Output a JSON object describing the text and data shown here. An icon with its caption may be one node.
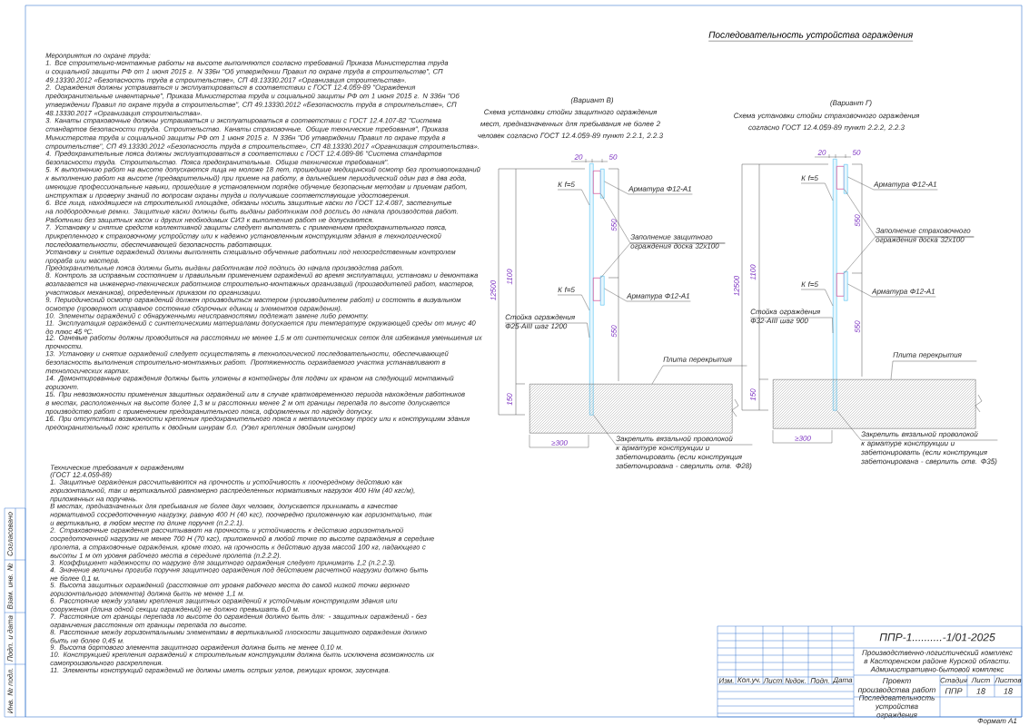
{
  "diagram": {
    "title": "Последовательность устройства ограждения",
    "nodes": [
      {
        "text": [
          "К f=5"
        ]
      },
      {
        "text": [
          "Арматура Ф12-А1"
        ]
      },
      {
        "text": [
          "Заполнение защитного ограждения доска 32х100"
        ]
      },
      {
        "text": [
          "К f=5"
        ]
      },
      {
        "text": [
          "Арматура Ф12-А1"
        ]
      },
      {
        "text": [
          "Стойка ограждения Ф25-АIII шаг 1200"
        ]
      },
      {
        "text": [
          "Плита перекрытия"
        ]
      },
      {
        "text": [
          "Закрепить вязальной проволокой к арматуре конструкции и забетонировать (если конструкция забетонирована - сверлить отв. Ф28)"
        ]
      },
      {
        "text": [],
        "shape": "bar"
      },
      {
        "text": [],
        "shape": "box"
      },
      {
        "text": [],
        "shape": "box"
      },
      {
        "text": [],
        "shape": "bar"
      },
      {
        "text": [],
        "shape": "bar"
      },
      {
        "text": [],
        "shape": "box"
      },
      {
        "text": [
          "К f=5"
        ]
      },
      {
        "text": [
          "Арматура Ф12-А1"
        ]
      },
      {
        "text": [
          "Заполнение страховочного ограждения доска 32х100"
        ]
      },
      {
        "text": [
          "К f=5"
        ]
      },
      {
        "text": [
          "Арматура Ф12-А1"
        ]
      },
      {
        "text": [
          "Стойка ограждения Ф32-АIII шаг 900"
        ]
      },
      {
        "text": [
          "Плита перекрытия"
        ]
      },
      {
        "text": [
          "Закрепить вязальной проволокой к арматуре конструкции и забетонировать (если конструкция забетонирована - сверлить отв. Ф35)"
        ]
      },
      {
        "text": [],
        "shape": "bar"
      },
      {
        "text": [],
        "shape": "box"
      },
      {
        "text": [],
        "shape": "box"
      },
      {
        "text": [],
        "shape": "bar"
      },
      {
        "text": [],
        "shape": "bar"
      },
      {
        "text": [],
        "shape": "box"
      }
    ],
    "edges": [
      {
        "from": 0,
        "to": 8,
        "arrow": "none"
      },
      {
        "from": 1,
        "to": 11,
        "arrow": "none"
      },
      {
        "from": 2,
        "to": 9,
        "arrow": "none"
      },
      {
        "from": 2,
        "to": 10,
        "arrow": "none"
      },
      {
        "from": 3,
        "to": 8,
        "arrow": "none"
      },
      {
        "from": 4,
        "to": 12,
        "arrow": "none"
      },
      {
        "from": 5,
        "to": 8,
        "arrow": "none"
      },
      {
        "from": 6,
        "to": 13,
        "arrow": "none"
      },
      {
        "from": 7,
        "to": 8,
        "arrow": "none"
      },
      {
        "from": 14,
        "to": 22,
        "arrow": "none"
      },
      {
        "from": 15,
        "to": 25,
        "arrow": "none"
      },
      {
        "from": 16,
        "to": 23,
        "arrow": "none"
      },
      {
        "from": 16,
        "to": 24,
        "arrow": "none"
      },
      {
        "from": 17,
        "to": 22,
        "arrow": "none"
      },
      {
        "from": 18,
        "to": 26,
        "arrow": "none"
      },
      {
        "from": 19,
        "to": 22,
        "arrow": "none"
      },
      {
        "from": 20,
        "to": 27,
        "arrow": "none"
      },
      {
        "from": 21,
        "to": 22,
        "arrow": "none"
      }
    ],
    "labels": [
      "Мероприятия по охране труда:",
      "1. Все строительно-монтажные работы на высоте выполняются согласно требований Приказа Министерства труда и социальной защиты РФ от 1 июня 2015 г. N 336н \"Об утверждении Правил по охране труда в строительстве\", СП 49.13330.2012 «Безопасность труда в строительстве», СП 48.13330.2017 «Организация строительства».",
      "2. Ограждения должны устраиваться и эксплуатироваться в соответствии с ГОСТ 12.4.059-89 \"Ограждения предохранительные инвентарные\", Приказа Министерства труда и социальной защиты РФ от 1 июня 2015 г. N 336н \"Об утверждении Правил по охране труда в строительстве\", СП 49.13330.2012 «Безопасность труда в строительстве», СП 48.13330.2017 «Организация строительства».",
      "3. Канаты страховочные должны устраиваться и эксплуатироваться в соответствии с ГОСТ 12.4.107-82 \"Система стандартов безопасности труда. Строительство. Канаты страховочные. Общие технические требования\", Приказа Министерства труда и социальной защиты РФ от 1 июня 2015 г. N 336н \"Об утверждении Правил по охране труда в строительстве\", СП 49.13330.2012 «Безопасность труда в строительстве», СП 48.13330.2017 «Организация строительства».",
      "4. Предохранительные пояса должны эксплуатироваться в соответствии с ГОСТ 12.4.089-86 \"Система стандартов безопасности труда. Строительство. Пояса предохранительные. Общие технические требования\".",
      "5. К выполнению работ на высоте допускаются лица не моложе 18 лет, прошедшие медицинский осмотр без противопоказаний к выполнению работ на высоте (предварительный) при приеме на работу, в дальнейшем периодический один раз в два года, имеющие профессиональные навыки, прошедшие в установленном порядке обучение безопасным методам и приемам работ, инструктаж и проверку знаний по вопросам охраны труда и получившие соответствующие удостоверения.",
      "6. Все лица, находящиеся на строительной площадке, обязаны носить защитные каски по ГОСТ 12.4.087, застегнутые на подбородочные ремни. Защитные каски должны быть выданы работникам под роспись до начала производства работ. Работники без защитных касок и других необходимых СИЗ к выполнению работ не допускаются.",
      "7. Установку и снятие средств коллективной защиты следует выполнять с применением предохранительного пояса, прикрепленного к страховочному устройству или к надежно установленным конструкциям здания в технологической последовательности, обеспечивающей безопасность работающих.",
      "Установку и снятие ограждений должны выполнять специально обученные работники под непосредственным контролем прораба или мастера.",
      "Предохранительные пояса должны быть выданы работникам под подпись до начала производства работ.",
      "8. Контроль за исправным состоянием и правильным применением ограждений во время эксплуатации, установки и демонтажа возлагается на инженерно-технических работников строительно-монтажных организаций (производителей работ, мастеров, участковых механиков), определенных приказом по организации.",
      "9. Периодический осмотр ограждений должен производиться мастером (производителем работ) и состоять в визуальном осмотре (проверяют исправное состояние сборочных единиц и элементов ограждения).",
      "10. Элементы ограждений с обнаруженными неисправностями подлежат замене либо ремонту.",
      "11. Эксплуатация ограждений с синтетическими материалами допускается при температуре окружающей среды от минус 40 до плюс 45 ºС.",
      "12. Огневые работы должны проводиться на расстоянии не менее 1,5 м от синтетических сеток для избежания уменьшения их прочности.",
      "13. Установку и снятие ограждений следует осуществлять в технологической последовательности, обеспечивающей безопасность выполнения строительно-монтажных работ. Протяженность ограждаемого участка устанавливают в технологических картах.",
      "14. Демонтированные ограждения должны быть уложены в контейнеры для подачи их краном на следующий монтажный горизонт.",
      "15. При невозможности применения защитных ограждений или в случае кратковременного периода нахождения работников в местах, расположенных на высоте более 1,3 м и расстоянии менее 2 м от границы перепада по высоте допускается производство работ с применением предохранительного пояса, оформленных по наряду допуску.",
      "16. При отсутствии возможности крепления предохранительного пояса к металлическому тросу или к конструкциям здания предохранительный пояс крепить к двойным шнурам б.п. (Узел крепления двойным шнуром)",
      "(Вариант В)",
      "Схема установки стойки защитного ограждения мест, предназначенных для пребывания не более 2 человек согласно ГОСТ 12.4.059-89 пункт 2.2.1, 2.2.3",
      "20",
      "50",
      "550",
      "550",
      "1100",
      "12500",
      "150",
      "≥300",
      "(Вариант Г)",
      "Схема установки стойки страховочного ограждения согласно ГОСТ 12.4.059-89 пункт 2.2.2, 2.2.3",
      "20",
      "50",
      "550",
      "550",
      "1100",
      "12500",
      "150",
      "≥300",
      "Технические требования к ограждениям",
      "(ГОСТ 12.4.059-89)",
      "1. Защитные ограждения рассчитываются на прочность и устойчивость к поочередному действию как горизонтальной, так и вертикальной равномерно распределенных нормативных нагрузок 400 Н/м (40 кгс/м), приложенных на поручень.",
      "В местах, предназначенных для пребывания не более двух человек, допускается принимать в качестве нормативной сосредоточенную нагрузку, равную 400 Н (40 кгс), поочередно приложенную как горизонтально, так и вертикально, в любом месте по длине поручня (п.2.2.1).",
      "2. Страховочные ограждения рассчитывают на прочность и устойчивость к действию горизонтальной сосредоточенной нагрузки не менее 700 Н (70 кгс), приложенной в любой точке по высоте ограждения в середине пролета, а страховочные ограждения, кроме того, на прочность к действию груза массой 100 кг, падающего с высоты 1 м от уровня рабочего места в середине пролета (п.2.2.2).",
      "3. Коэффициент надежности по нагрузке для защитного ограждения следует принимать 1,2 (п.2.2.3).",
      "4. Значение величины прогиба поручня защитного ограждения под действием расчетной нагрузки должно быть не более 0,1 м.",
      "5. Высота защитных ограждений (расстояние от уровня рабочего места до самой низкой точки верхнего горизонтального элемента) должна быть не менее 1,1 м.",
      "6. Расстояние между узлами крепления защитных ограждений к устойчивым конструкциям здания или сооружения (длина одной секции ограждений) не должно превышать 6,0 м.",
      "7. Расстояние от границы перепада по высоте до ограждения должно быть для: - защитных ограждений - без ограничения расстояния от границы перепада по высоте.",
      "8. Расстояние между горизонтальными элементами в вертикальной плоскости защитного ограждения должно быть не более 0,45 м.",
      "9. Высота бортового элемента защитного ограждения должна быть не менее 0,10 м.",
      "10. Конструкцией крепления ограждений к строительным конструкциям должна быть исключена возможность их самопроизвольного раскрепления.",
      "11. Элементы конструкций ограждений не должны иметь острых углов, режущих кромок, заусенцев.",
      "ППР-1..........-1/01-2025",
      "Производственно-логистический комплекс в Касторенском районе Курской области. Административно-бытовой комплекс",
      "Изм.",
      "Кол.уч.",
      "Лист",
      "№док.",
      "Подп.",
      "Дата",
      "Проект производства работ",
      "Стадия",
      "Лист",
      "Листов",
      "ППР",
      "18",
      "18",
      "Последовательность устройства ограждения",
      "Согласовано",
      "Взам. инв. №",
      "Подп. и дата",
      "Инв. № подл.",
      "Формат А1"
    ]
  }
}
